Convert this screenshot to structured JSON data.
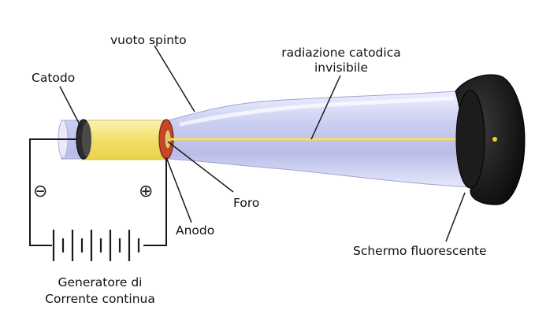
{
  "labels": {
    "catodo": "Catodo",
    "vuoto_spinto": "vuoto spinto",
    "radiazione_line1": "radiazione catodica",
    "radiazione_line2": "invisibile",
    "foro": "Foro",
    "anodo": "Anodo",
    "schermo": "Schermo fluorescente",
    "generatore_line1": "Generatore di",
    "generatore_line2": "Corrente continua"
  },
  "symbols": {
    "minus": "⊖",
    "plus": "⊕"
  },
  "colors": {
    "tube_glass": "#c9cdf0",
    "beam": "#f2d21a",
    "cathode": "#2b2b2b",
    "anode_ring": "#c8452a",
    "screen": "#111111",
    "wire": "#1a1a1a"
  }
}
